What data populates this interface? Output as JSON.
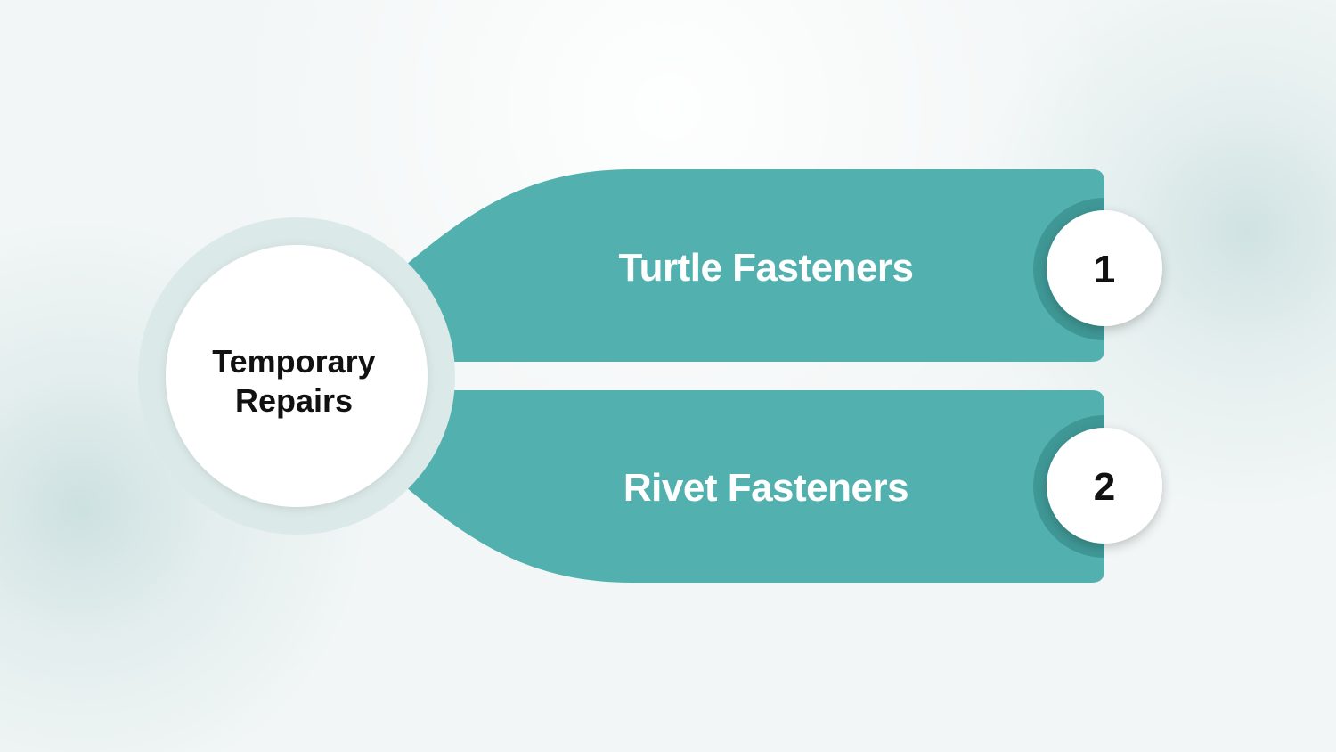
{
  "center": {
    "line1": "Temporary",
    "line2": "Repairs"
  },
  "branches": [
    {
      "label": "Turtle Fasteners",
      "number": "1"
    },
    {
      "label": "Rivet Fasteners",
      "number": "2"
    }
  ],
  "colors": {
    "band": "#52b1af",
    "band_shade": "#3f9896",
    "halo": "#dbe9e8",
    "circle": "#ffffff",
    "text_dark": "#111111",
    "text_light": "#ffffff"
  }
}
